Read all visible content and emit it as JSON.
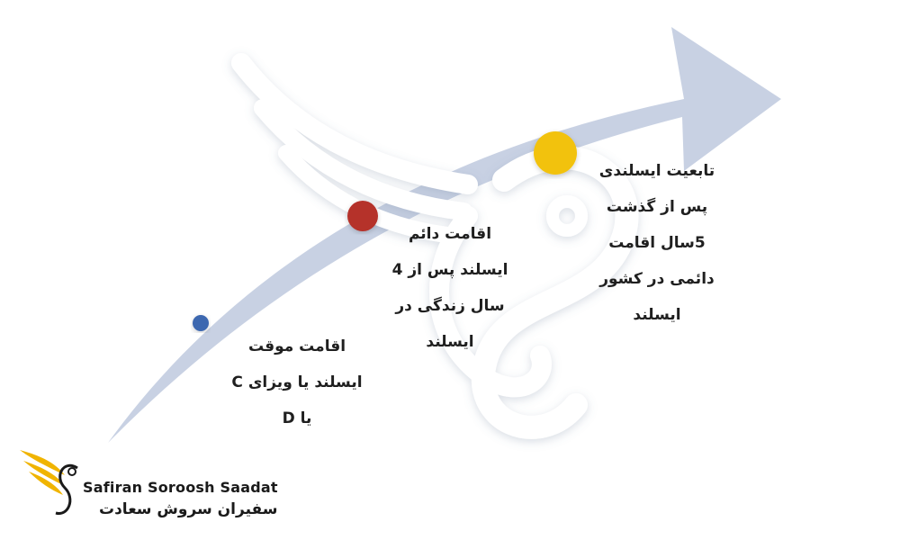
{
  "colors": {
    "arrow": "#c8d1e3",
    "step1_dot": "#3d67b0",
    "step2_dot": "#b5302c",
    "step3_dot": "#f2c20a",
    "logo_wing": "#f0b400",
    "watermark": "#ffffff"
  },
  "steps": [
    {
      "lines": [
        "اقامت موقت",
        "ایسلند یا ویزای C",
        "یا D"
      ]
    },
    {
      "lines": [
        "اقامت دائم",
        "ایسلند پس از   4",
        "سال زندگی در",
        "ایسلند"
      ]
    },
    {
      "lines": [
        "تابعیت ایسلندی",
        "پس از گذشت",
        "5سال اقامت",
        "دائمی در کشور",
        "ایسلند"
      ]
    }
  ],
  "logo": {
    "name_en": "Safiran Soroosh Saadat",
    "name_fa": "سفیران سروش سعادت",
    "icon": "winged-s-logo-icon"
  }
}
